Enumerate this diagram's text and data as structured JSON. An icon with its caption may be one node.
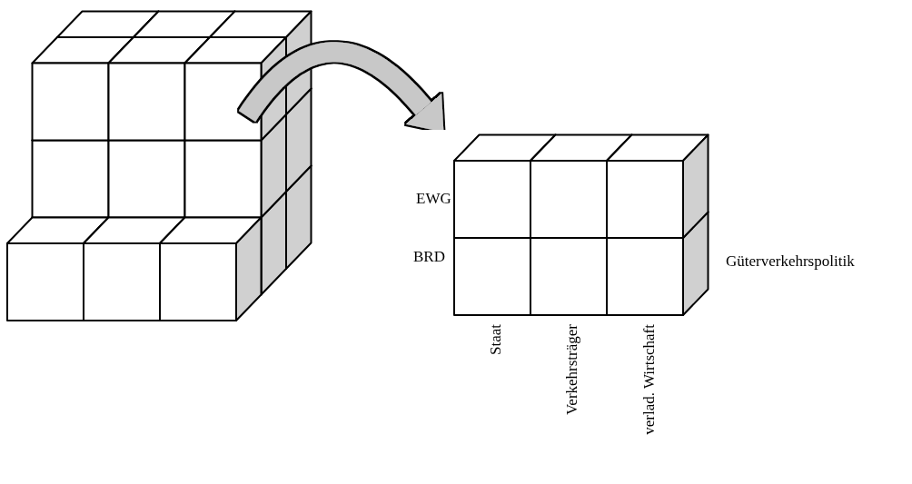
{
  "diagram": {
    "nodes": [
      {
        "text": [],
        "shape": "picture"
      },
      {
        "text": [],
        "shape": "picture",
        "beside": [
          "EWG",
          "BRD",
          "Güterverkehrspolitik",
          "Staat",
          "Verkehrsträger",
          "verlad. Wirtschaft"
        ]
      }
    ],
    "edges": [
      {
        "from": 0,
        "to": 1,
        "arrow": "to"
      }
    ]
  }
}
